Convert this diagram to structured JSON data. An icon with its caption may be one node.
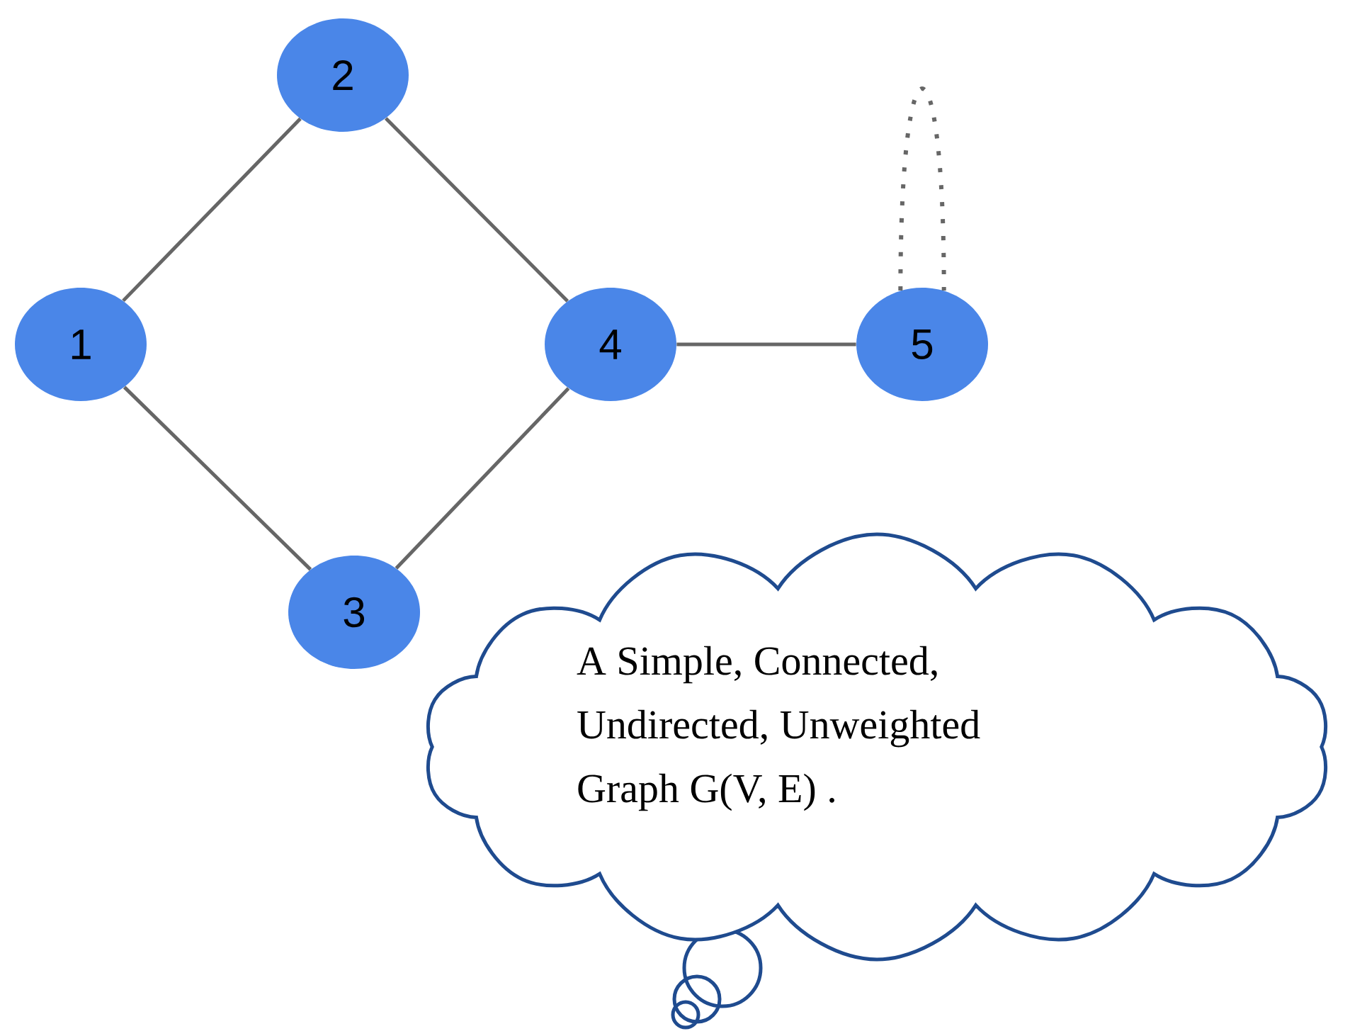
{
  "diagram": {
    "nodes": [
      {
        "text": [
          "1"
        ]
      },
      {
        "text": [
          "2"
        ]
      },
      {
        "text": [
          "3"
        ]
      },
      {
        "text": [
          "4"
        ]
      },
      {
        "text": [
          "5"
        ]
      },
      {
        "text": [
          "A Simple, Connected, Undirected,  Unweighted Graph G(V, E) ."
        ]
      }
    ],
    "edges": [
      {
        "from": 0,
        "to": 1,
        "arrow": "none"
      },
      {
        "from": 0,
        "to": 2,
        "arrow": "none"
      },
      {
        "from": 1,
        "to": 3,
        "arrow": "none"
      },
      {
        "from": 2,
        "to": 3,
        "arrow": "none"
      },
      {
        "from": 3,
        "to": 4,
        "arrow": "none"
      },
      {
        "from": 4,
        "to": 4,
        "arrow": "none",
        "style": "dashed"
      }
    ]
  }
}
